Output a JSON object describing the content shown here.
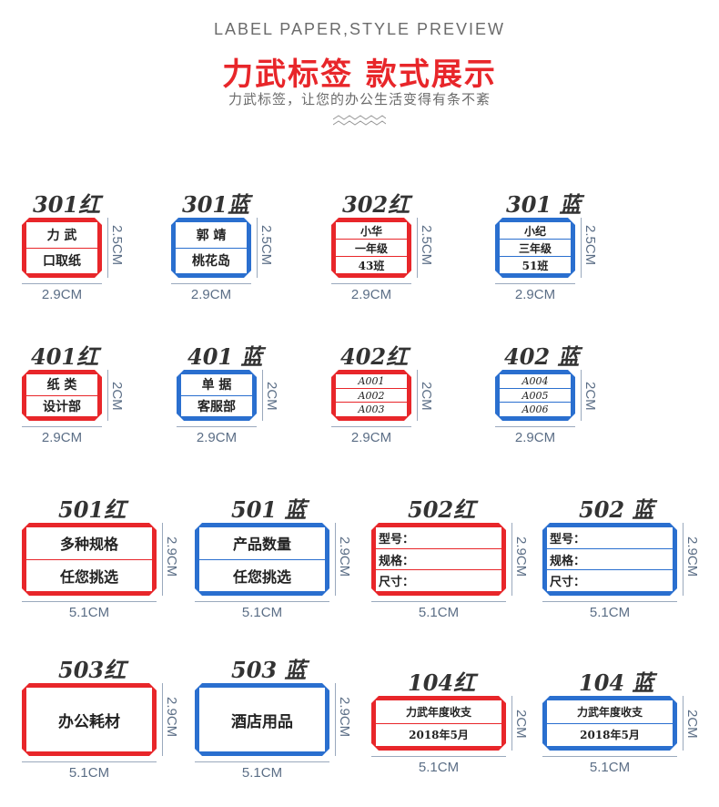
{
  "header": {
    "title_en": "LABEL PAPER,STYLE PREVIEW",
    "title_cn": "力武标签  款式展示",
    "subtitle": "力武标签，让您的办公生活变得有条不紊"
  },
  "colors": {
    "red": "#e8262a",
    "blue": "#2a6fcf",
    "dim_text": "#5b6e86"
  },
  "labels": [
    {
      "title": "301红",
      "color": "red",
      "lines": [
        "力 武",
        "口取纸"
      ],
      "w": "2.9CM",
      "h": "2.5CM"
    },
    {
      "title": "301蓝",
      "color": "blue",
      "lines": [
        "郭 靖",
        "桃花岛"
      ],
      "w": "2.9CM",
      "h": "2.5CM"
    },
    {
      "title": "302红",
      "color": "red",
      "lines": [
        "小华",
        "一年级",
        "43班"
      ],
      "w": "2.9CM",
      "h": "2.5CM"
    },
    {
      "title": "301 蓝",
      "color": "blue",
      "lines": [
        "小纪",
        "三年级",
        "51班"
      ],
      "w": "2.9CM",
      "h": "2.5CM"
    },
    {
      "title": "401红",
      "color": "red",
      "lines": [
        "纸 类",
        "设计部"
      ],
      "w": "2.9CM",
      "h": "2CM"
    },
    {
      "title": "401 蓝",
      "color": "blue",
      "lines": [
        "单 据",
        "客服部"
      ],
      "w": "2.9CM",
      "h": "2CM"
    },
    {
      "title": "402红",
      "color": "red",
      "lines": [
        "A001",
        "A002",
        "A003"
      ],
      "w": "2.9CM",
      "h": "2CM"
    },
    {
      "title": "402 蓝",
      "color": "blue",
      "lines": [
        "A004",
        "A005",
        "A006"
      ],
      "w": "2.9CM",
      "h": "2CM"
    },
    {
      "title": "501红",
      "color": "red",
      "lines": [
        "多种规格",
        "任您挑选"
      ],
      "w": "5.1CM",
      "h": "2.9CM"
    },
    {
      "title": "501 蓝",
      "color": "blue",
      "lines": [
        "产品数量",
        "任您挑选"
      ],
      "w": "5.1CM",
      "h": "2.9CM"
    },
    {
      "title": "502红",
      "color": "red",
      "lines": [
        "型号：",
        "规格：",
        "尺寸："
      ],
      "w": "5.1CM",
      "h": "2.9CM"
    },
    {
      "title": "502 蓝",
      "color": "blue",
      "lines": [
        "型号：",
        "规格：",
        "尺寸："
      ],
      "w": "5.1CM",
      "h": "2.9CM"
    },
    {
      "title": "503红",
      "color": "red",
      "lines": [
        "办公耗材"
      ],
      "w": "5.1CM",
      "h": "2.9CM"
    },
    {
      "title": "503 蓝",
      "color": "blue",
      "lines": [
        "酒店用品"
      ],
      "w": "5.1CM",
      "h": "2.9CM"
    },
    {
      "title": "104红",
      "color": "red",
      "lines": [
        "力武年度收支",
        "2018年5月"
      ],
      "w": "5.1CM",
      "h": "2CM"
    },
    {
      "title": "104 蓝",
      "color": "blue",
      "lines": [
        "力武年度收支",
        "2018年5月"
      ],
      "w": "5.1CM",
      "h": "2CM"
    }
  ]
}
